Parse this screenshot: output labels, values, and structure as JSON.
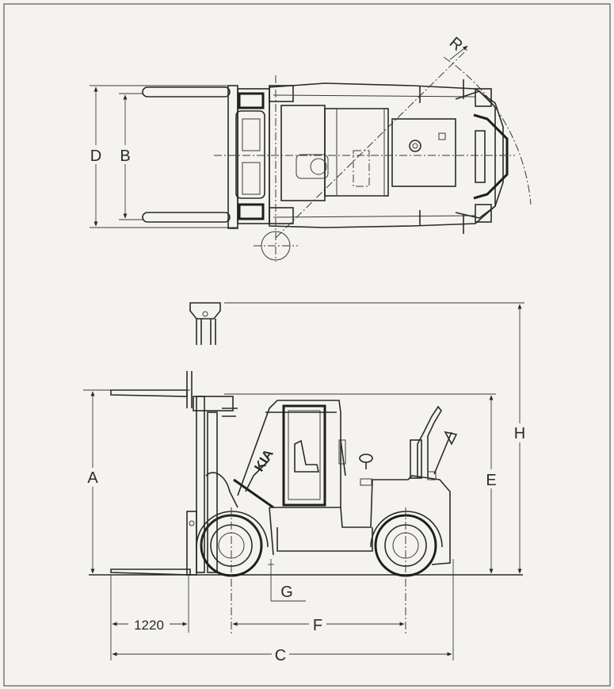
{
  "labels": {
    "A": "A",
    "B": "B",
    "C": "C",
    "D": "D",
    "E": "E",
    "F": "F",
    "G": "G",
    "H": "H",
    "R": "R",
    "fork_length": "1220",
    "brand": "KIA"
  }
}
